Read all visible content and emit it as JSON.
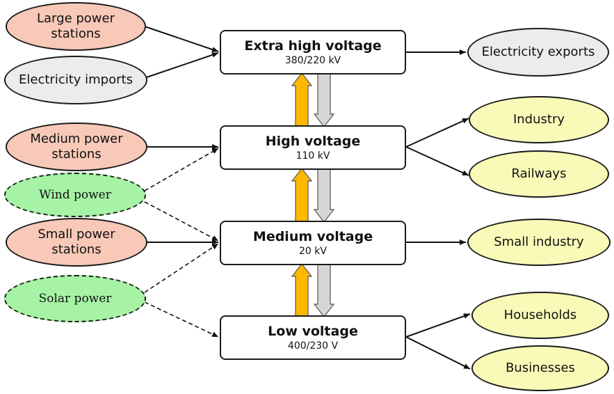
{
  "colors": {
    "power_station_fill": "#f8c9b8",
    "import_export_fill": "#ececec",
    "renewable_fill": "#a6f3a6",
    "consumer_fill": "#fafab8",
    "up_arrow": "#ffb800",
    "down_arrow": "#d6d6d6"
  },
  "levels": {
    "extra_high": {
      "title": "Extra high voltage",
      "value": "380/220 kV"
    },
    "high": {
      "title": "High voltage",
      "value": "110 kV"
    },
    "medium": {
      "title": "Medium voltage",
      "value": "20 kV"
    },
    "low": {
      "title": "Low voltage",
      "value": "400/230 V"
    }
  },
  "sources": {
    "large_power_stations": "Large power\nstations",
    "electricity_imports": "Electricity imports",
    "medium_power_stations": "Medium power\nstations",
    "wind_power": "Wind power",
    "small_power_stations": "Small power\nstations",
    "solar_power": "Solar power"
  },
  "consumers": {
    "electricity_exports": "Electricity exports",
    "industry": "Industry",
    "railways": "Railways",
    "small_industry": "Small industry",
    "households": "Households",
    "businesses": "Businesses"
  }
}
